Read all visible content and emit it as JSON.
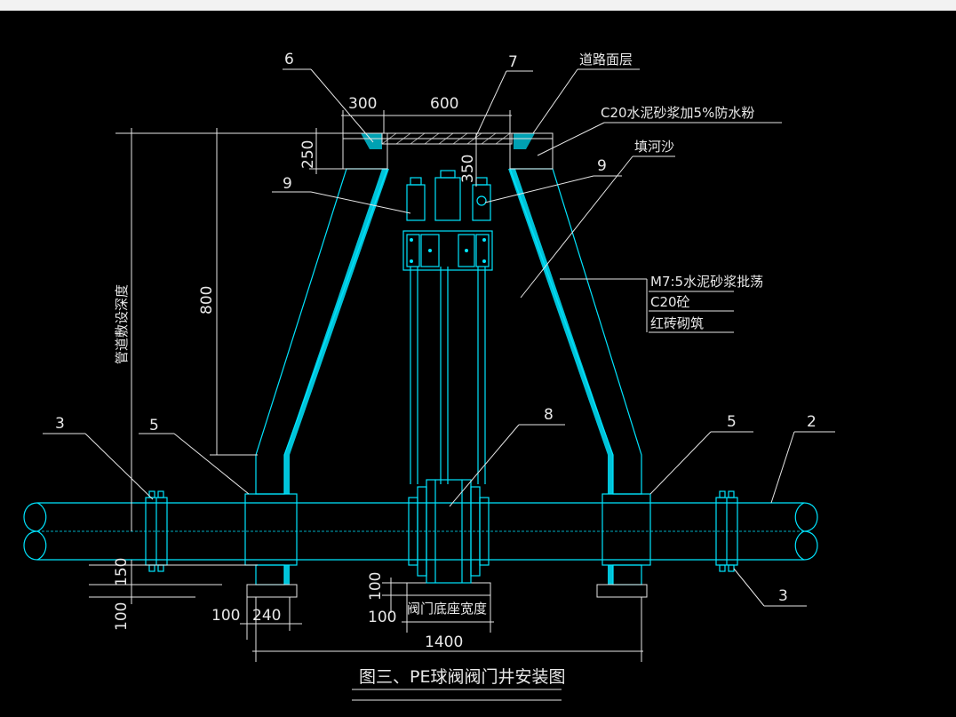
{
  "title": "图三、PE球阀阀门井安装图",
  "callouts": {
    "c6": "6",
    "c7": "7",
    "c9_left": "9",
    "c9_right": "9",
    "c3_left": "3",
    "c3_right": "3",
    "c5_left": "5",
    "c5_right": "5",
    "c8": "8",
    "c2": "2"
  },
  "notes": {
    "road": "道路面层",
    "mortar_top": "C20水泥砂浆加5%防水粉",
    "sand": "填河沙",
    "mortar_wall": "M7:5水泥砂浆批荡",
    "concrete": "C20砼",
    "brick": "红砖砌筑",
    "pipe_depth": "管道敷设深度",
    "valve_base": "阀门底座宽度"
  },
  "dimensions": {
    "d300": "300",
    "d600": "600",
    "d250": "250",
    "d350": "350",
    "d800": "800",
    "d150": "150",
    "d100_left": "100",
    "d100_bottom": "100",
    "d240": "240",
    "d100_mid_top": "100",
    "d100_mid_bottom": "100",
    "d1400": "1400"
  },
  "colors": {
    "background": "#000000",
    "structure": "#00e5ff",
    "annotation": "#e6e6e6"
  }
}
